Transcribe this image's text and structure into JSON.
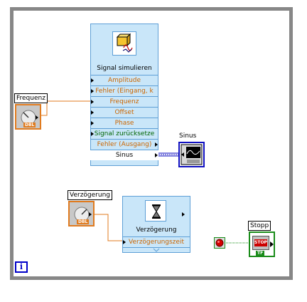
{
  "signal_express": {
    "title": "Signal simulieren",
    "rows": [
      "Amplitude",
      "Fehler (Eingang, k",
      "Frequenz",
      "Offset",
      "Phase",
      "Signal zurücksetze",
      "Fehler (Ausgang)",
      "Sinus"
    ],
    "icon": "signal-generator-icon"
  },
  "frequency_control": {
    "label": "Frequenz",
    "type": "DBL"
  },
  "graph_indicator": {
    "label": "Sinus",
    "icon": "waveform-graph-icon"
  },
  "delay_control": {
    "label": "Verzögerung",
    "type": "DBL"
  },
  "delay_express": {
    "title": "Verzögerung",
    "rows": [
      "Verzögerungszeit"
    ],
    "icon": "hourglass-icon"
  },
  "stop_indicator": {
    "label": "Stopp",
    "button_text": "STOP",
    "type": "TF"
  },
  "loop": {
    "iteration_terminal": "i"
  },
  "colors": {
    "wire_orange": "#e07b1f",
    "wire_green": "#1a8c1a",
    "wire_blue": "#1010c0",
    "loop_border": "#878787"
  }
}
